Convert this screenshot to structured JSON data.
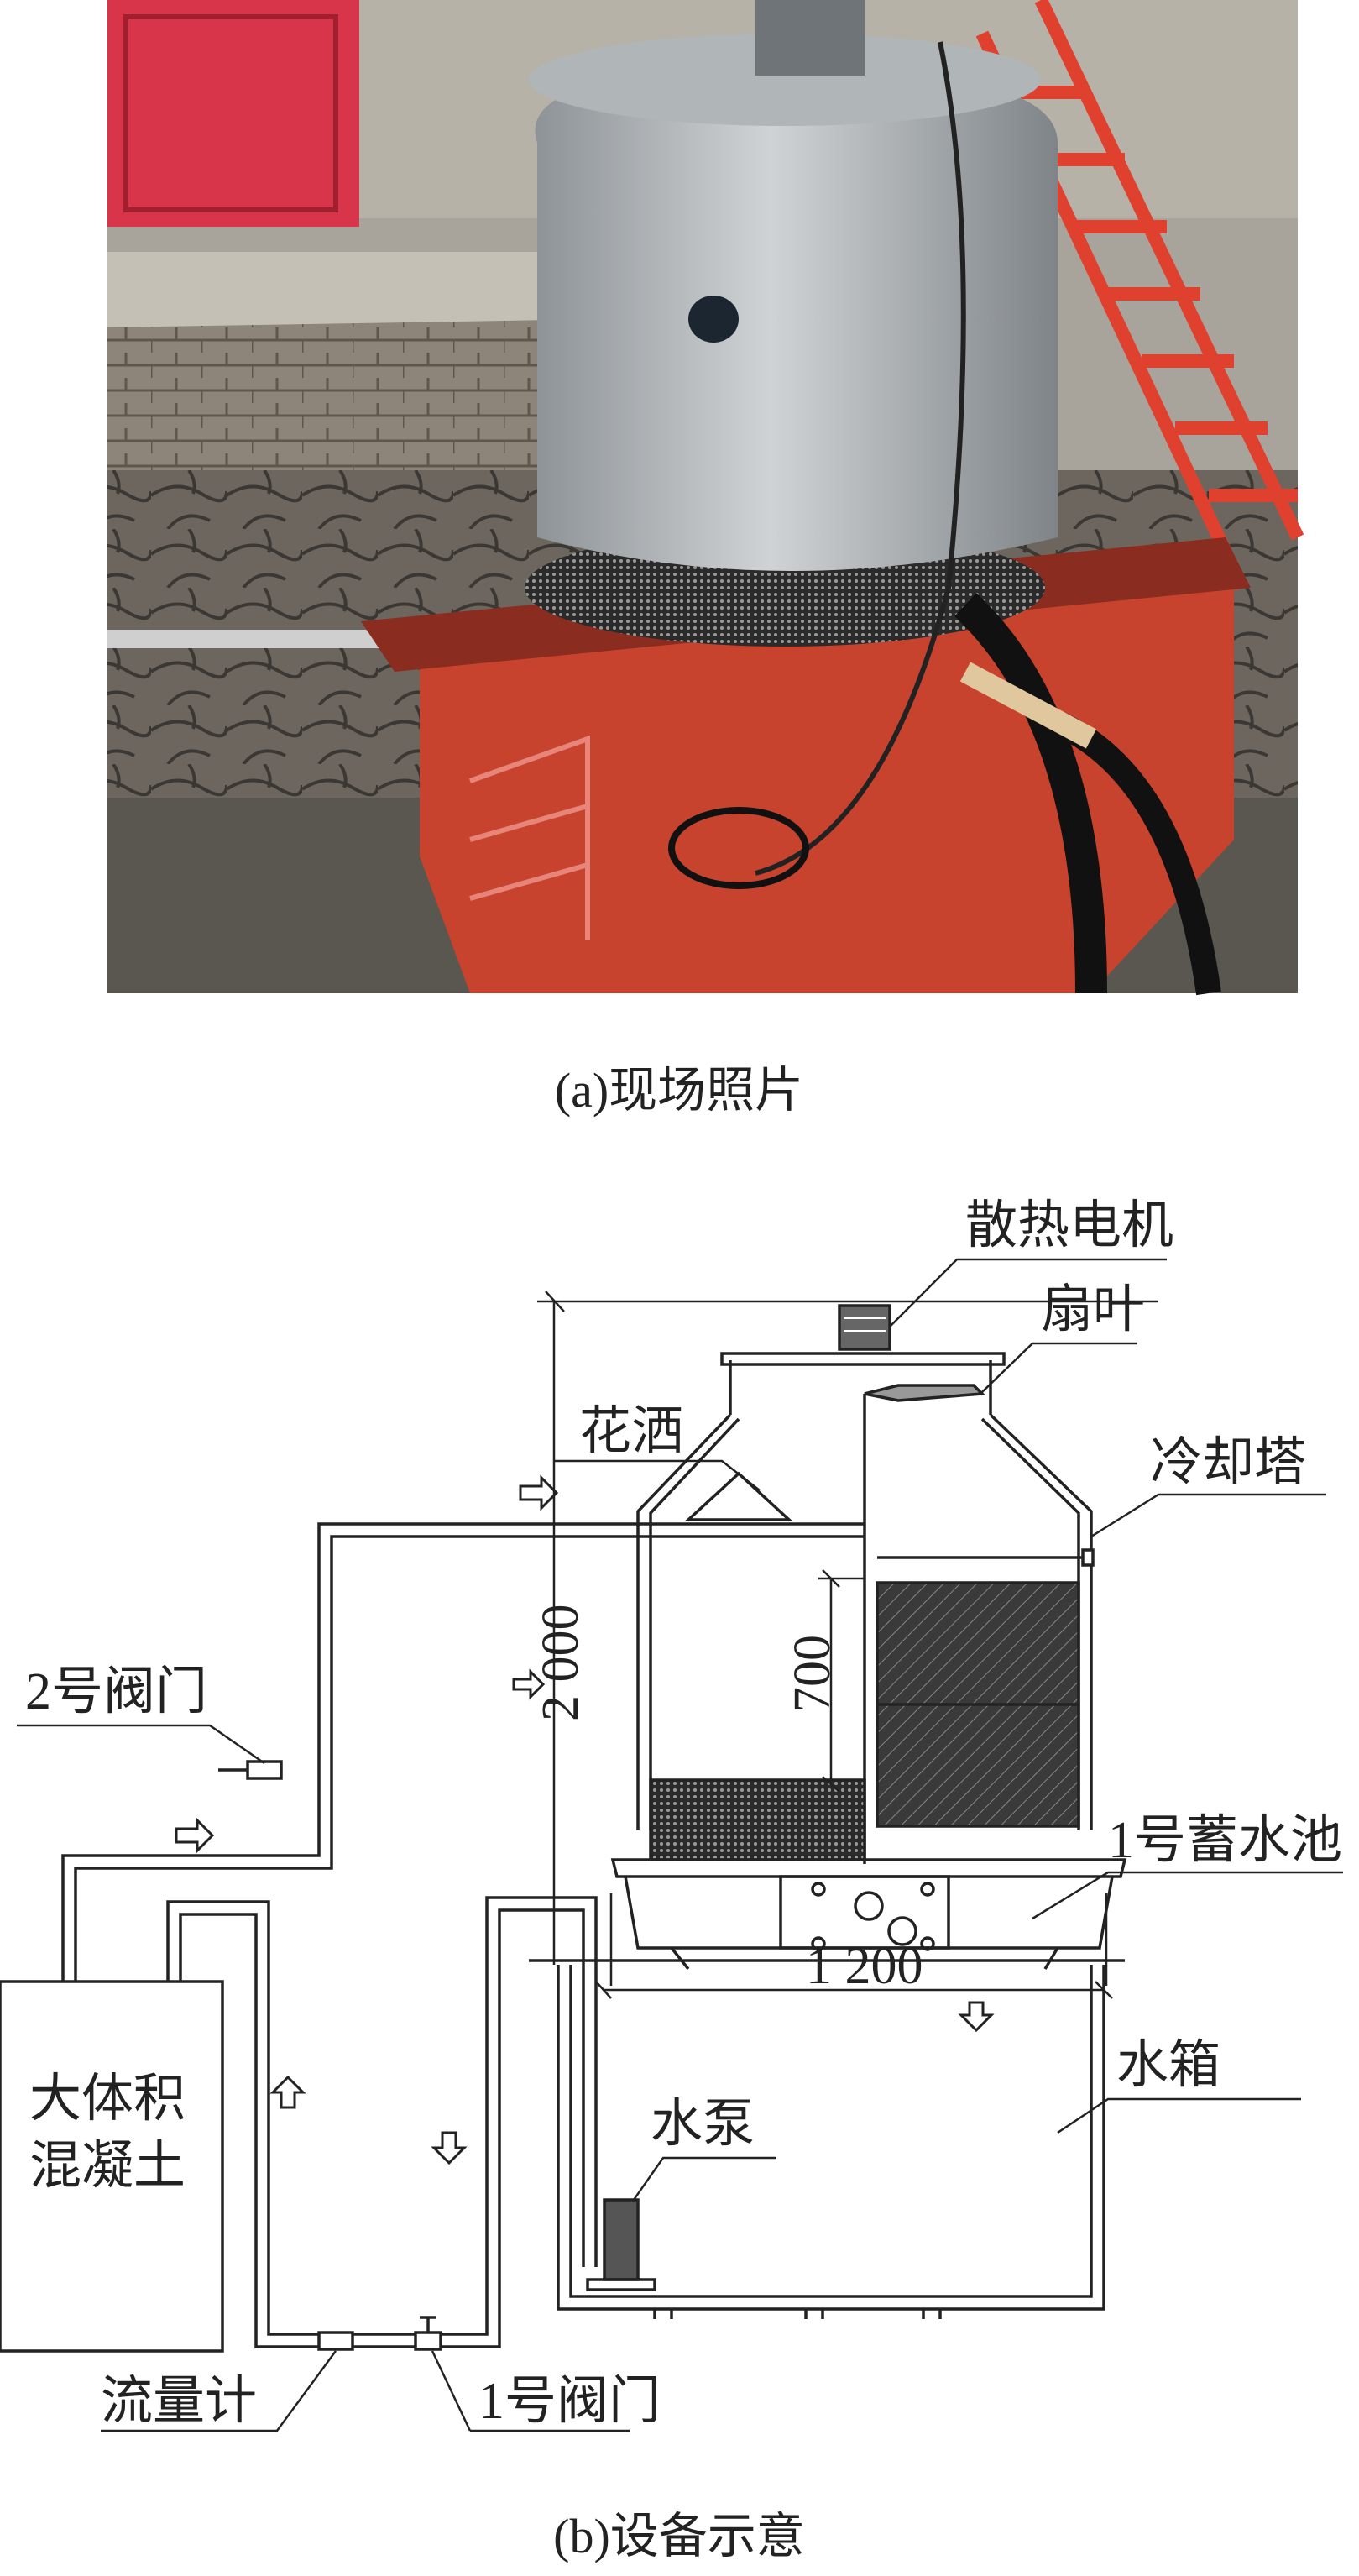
{
  "photo_caption": "(a)现场照片",
  "diagram_caption": "(b)设备示意",
  "labels": {
    "motor": "散热电机",
    "fan_blade": "扇叶",
    "sprinkler": "花洒",
    "cooling_tower": "冷却塔",
    "valve_2": "2号阀门",
    "reservoir_1": "1号蓄水池",
    "concrete_line1": "大体积",
    "concrete_line2": "混凝土",
    "water_tank": "水箱",
    "pump": "水泵",
    "flow_meter": "流量计",
    "valve_1": "1号阀门"
  },
  "dimensions": {
    "height": "2 000",
    "packing": "700",
    "width": "1 200"
  },
  "colors": {
    "line": "#222222",
    "tower_body": "#b9bec2",
    "tank_red": "#c8432e",
    "stair_red": "#e0412f",
    "wall": "#8a8276"
  }
}
